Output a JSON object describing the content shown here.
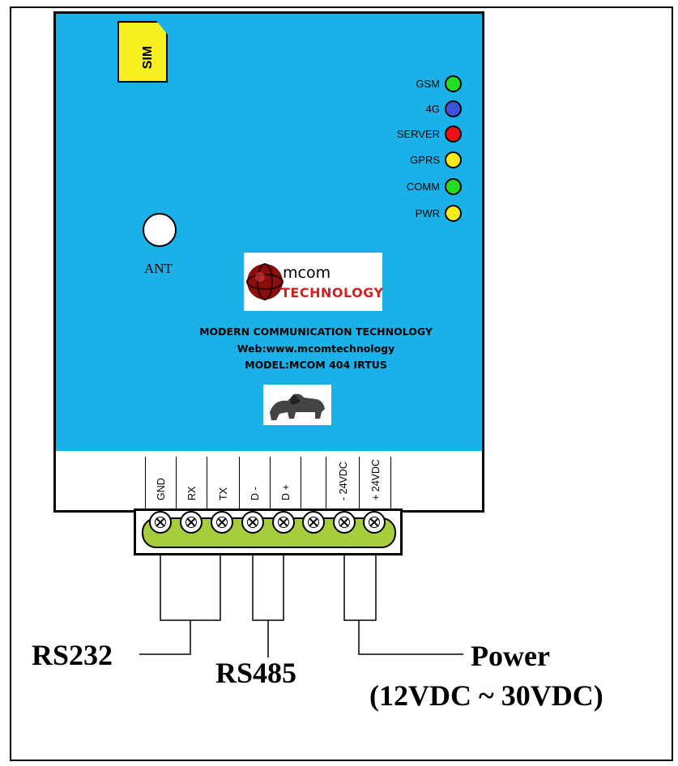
{
  "sim": {
    "label": "SIM"
  },
  "leds": [
    {
      "label": "GSM",
      "color": "#22dd22"
    },
    {
      "label": "4G",
      "color": "#3a55d8"
    },
    {
      "label": "SERVER",
      "color": "#ee1111"
    },
    {
      "label": "GPRS",
      "color": "#f5ec1a"
    },
    {
      "label": "COMM",
      "color": "#22dd22"
    },
    {
      "label": "PWR",
      "color": "#f5ec1a"
    }
  ],
  "antenna": {
    "label": "ANT"
  },
  "logo": {
    "line1": "mcom",
    "line2": "TECHNOLOGY"
  },
  "info": {
    "company": "MODERN COMMUNICATION TECHNOLOGY",
    "web": "Web:www.mcomtechnology",
    "model": "MODEL:MCOM 404 IRTUS"
  },
  "pins": [
    "GND",
    "RX",
    "TX",
    "D -",
    "D +",
    "",
    "- 24VDC",
    "+ 24VDC"
  ],
  "groups": {
    "rs232": "RS232",
    "rs485": "RS485",
    "power": "Power",
    "power_range": "(12VDC ~ 30VDC)"
  },
  "colors": {
    "device": "#1ab0e8",
    "sim": "#f7f01f",
    "terminal": "#a6cd3c"
  }
}
